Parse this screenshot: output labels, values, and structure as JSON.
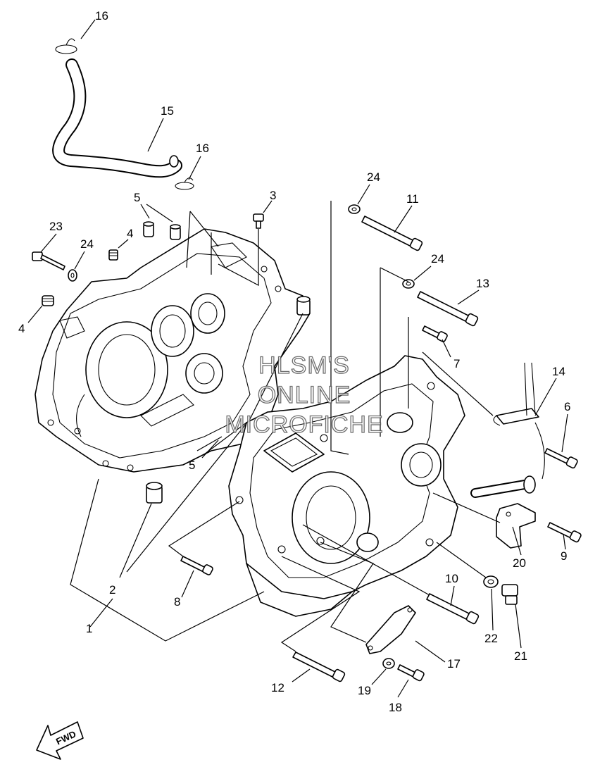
{
  "watermark": {
    "line1": "HLSM'S",
    "line2": "ONLINE",
    "line3": "MICROFICHE"
  },
  "direction_indicator": {
    "label": "FWD"
  },
  "callouts": [
    {
      "id": "c16a",
      "label": "16"
    },
    {
      "id": "c15",
      "label": "15"
    },
    {
      "id": "c16b",
      "label": "16"
    },
    {
      "id": "c5a",
      "label": "5"
    },
    {
      "id": "c3",
      "label": "3"
    },
    {
      "id": "c24a",
      "label": "24"
    },
    {
      "id": "c11",
      "label": "11"
    },
    {
      "id": "c23",
      "label": "23"
    },
    {
      "id": "c4a",
      "label": "4"
    },
    {
      "id": "c24b",
      "label": "24"
    },
    {
      "id": "c24c",
      "label": "24"
    },
    {
      "id": "c13",
      "label": "13"
    },
    {
      "id": "c4b",
      "label": "4"
    },
    {
      "id": "c7",
      "label": "7"
    },
    {
      "id": "c14",
      "label": "14"
    },
    {
      "id": "c6",
      "label": "6"
    },
    {
      "id": "c5b",
      "label": "5"
    },
    {
      "id": "c20",
      "label": "20"
    },
    {
      "id": "c9",
      "label": "9"
    },
    {
      "id": "c2",
      "label": "2"
    },
    {
      "id": "c8",
      "label": "8"
    },
    {
      "id": "c10",
      "label": "10"
    },
    {
      "id": "c1",
      "label": "1"
    },
    {
      "id": "c22",
      "label": "22"
    },
    {
      "id": "c21",
      "label": "21"
    },
    {
      "id": "c17",
      "label": "17"
    },
    {
      "id": "c12",
      "label": "12"
    },
    {
      "id": "c19",
      "label": "19"
    },
    {
      "id": "c18",
      "label": "18"
    }
  ]
}
